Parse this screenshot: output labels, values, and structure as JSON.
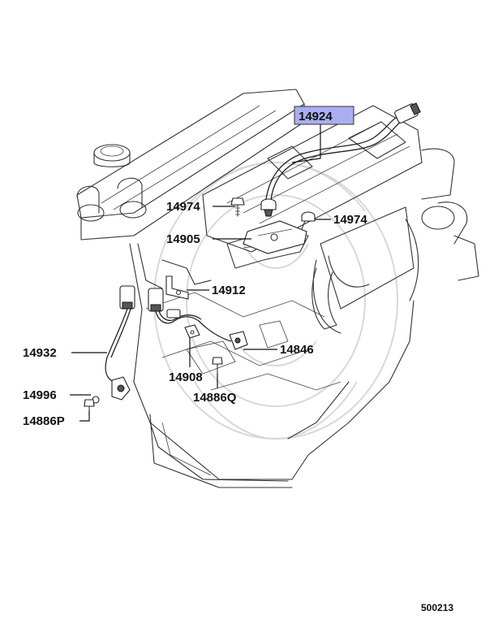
{
  "diagram": {
    "highlighted_part": "14924",
    "labels": [
      {
        "key": "14924",
        "text": "14924"
      },
      {
        "key": "14974a",
        "text": "14974"
      },
      {
        "key": "14974b",
        "text": "14974"
      },
      {
        "key": "14905",
        "text": "14905"
      },
      {
        "key": "14912",
        "text": "14912"
      },
      {
        "key": "14932",
        "text": "14932"
      },
      {
        "key": "14846",
        "text": "14846"
      },
      {
        "key": "14908",
        "text": "14908"
      },
      {
        "key": "14886Q",
        "text": "14886Q"
      },
      {
        "key": "14996",
        "text": "14996"
      },
      {
        "key": "14886P",
        "text": "14886P"
      }
    ],
    "highlight_color": "#a9aef0",
    "reference_code": "500213"
  }
}
